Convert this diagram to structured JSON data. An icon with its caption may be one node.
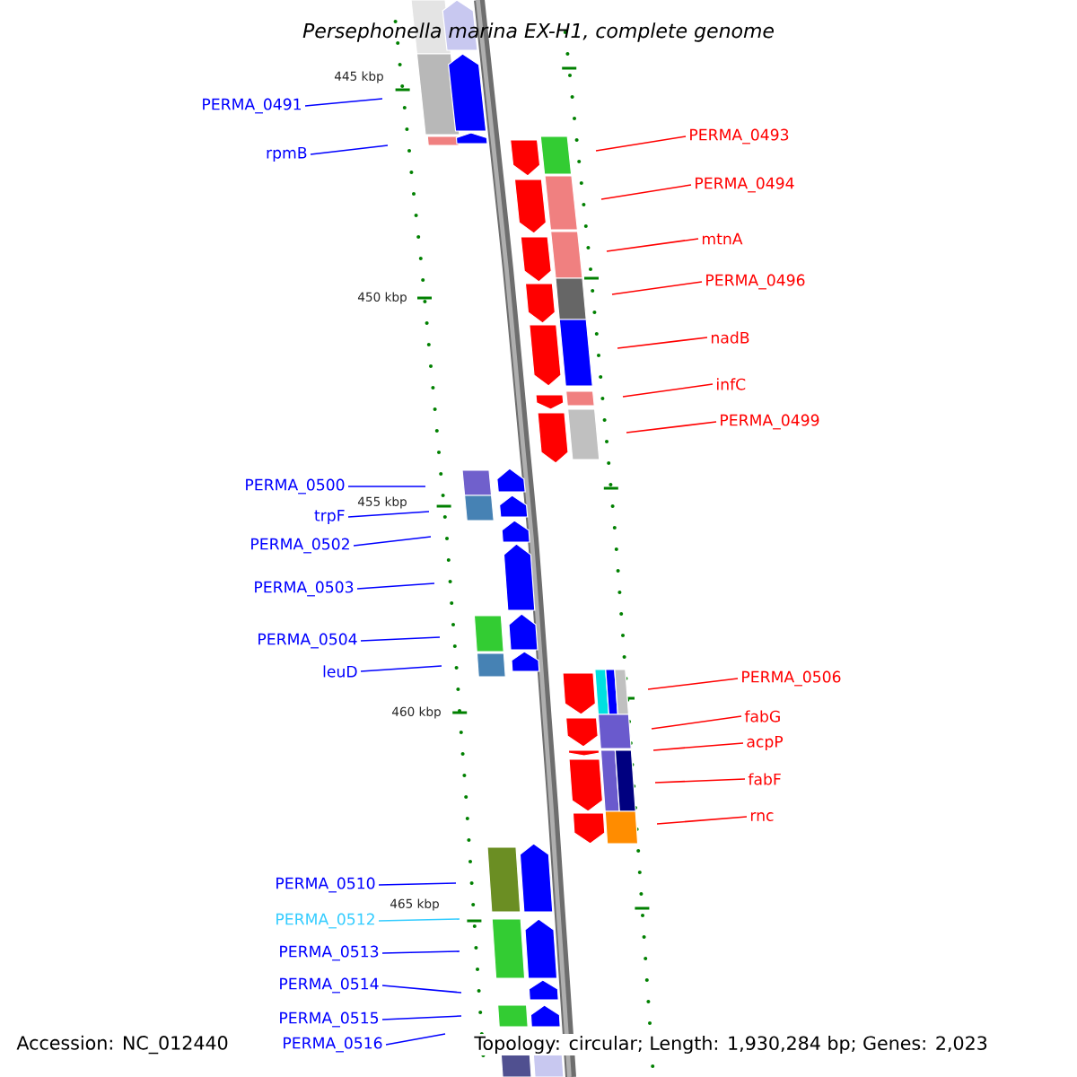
{
  "diagram": {
    "title": "Persephonella marina EX-H1, complete genome",
    "nodes": [
      {
        "text": [
          "PERMA_0491"
        ]
      },
      {
        "text": [
          "PERMA_0493"
        ]
      },
      {
        "text": [
          "rpmB"
        ]
      },
      {
        "text": [
          "PERMA_0494"
        ]
      },
      {
        "text": [
          "mtnA"
        ]
      },
      {
        "text": [
          "PERMA_0496"
        ]
      },
      {
        "text": [
          "nadB"
        ]
      },
      {
        "text": [
          "infC"
        ]
      },
      {
        "text": [
          "PERMA_0499"
        ]
      },
      {
        "text": [
          "PERMA_0500"
        ]
      },
      {
        "text": [
          "trpF"
        ]
      },
      {
        "text": [
          "PERMA_0502"
        ]
      },
      {
        "text": [
          "PERMA_0503"
        ]
      },
      {
        "text": [
          "PERMA_0504"
        ]
      },
      {
        "text": [
          "leuD"
        ]
      },
      {
        "text": [
          "PERMA_0506"
        ]
      },
      {
        "text": [
          "fabG"
        ]
      },
      {
        "text": [
          "acpP"
        ]
      },
      {
        "text": [
          "fabF"
        ]
      },
      {
        "text": [
          "rnc"
        ]
      },
      {
        "text": [
          "PERMA_0510"
        ]
      },
      {
        "text": [
          "PERMA_0512"
        ]
      },
      {
        "text": [
          "PERMA_0513"
        ]
      },
      {
        "text": [
          "PERMA_0514"
        ]
      },
      {
        "text": [
          "PERMA_0515"
        ]
      },
      {
        "text": [
          "PERMA_0516"
        ]
      }
    ],
    "edges": [
      {
        "from": 0,
        "to": null,
        "arrow": "none"
      },
      {
        "from": 1,
        "to": null,
        "arrow": "none",
        "color": "#ff0000"
      },
      {
        "from": 2,
        "to": null,
        "arrow": "none"
      },
      {
        "from": 3,
        "to": null,
        "arrow": "none",
        "color": "#ff0000"
      },
      {
        "from": 4,
        "to": null,
        "arrow": "none",
        "color": "#ff0000"
      },
      {
        "from": 5,
        "to": null,
        "arrow": "none",
        "color": "#ff0000"
      },
      {
        "from": 6,
        "to": null,
        "arrow": "none",
        "color": "#ff0000"
      },
      {
        "from": 7,
        "to": null,
        "arrow": "none",
        "color": "#ff0000"
      },
      {
        "from": 8,
        "to": null,
        "arrow": "none",
        "color": "#ff0000"
      },
      {
        "from": 9,
        "to": null,
        "arrow": "none"
      },
      {
        "from": 10,
        "to": null,
        "arrow": "none"
      },
      {
        "from": 11,
        "to": null,
        "arrow": "none"
      },
      {
        "from": 12,
        "to": null,
        "arrow": "none"
      },
      {
        "from": 13,
        "to": null,
        "arrow": "none"
      },
      {
        "from": 14,
        "to": null,
        "arrow": "none"
      },
      {
        "from": 15,
        "to": null,
        "arrow": "none",
        "color": "#ff0000"
      },
      {
        "from": 16,
        "to": null,
        "arrow": "none",
        "color": "#ff0000"
      },
      {
        "from": 17,
        "to": null,
        "arrow": "none",
        "color": "#ff0000"
      },
      {
        "from": 18,
        "to": null,
        "arrow": "none",
        "color": "#ff0000"
      },
      {
        "from": 19,
        "to": null,
        "arrow": "none",
        "color": "#ff0000"
      },
      {
        "from": 20,
        "to": null,
        "arrow": "none"
      },
      {
        "from": 21,
        "to": null,
        "arrow": "none",
        "color": "#33ccff"
      },
      {
        "from": 22,
        "to": null,
        "arrow": "none"
      },
      {
        "from": 23,
        "to": null,
        "arrow": "none"
      },
      {
        "from": 24,
        "to": null,
        "arrow": "none"
      },
      {
        "from": 25,
        "to": null,
        "arrow": "none"
      }
    ],
    "labels": [
      "445 kbp",
      "450 kbp",
      "455 kbp",
      "460 kbp",
      "465 kbp",
      "Accession: NC_012440",
      "Topology: circular; Length: 1,930,284 bp; Genes: 2,023"
    ]
  }
}
